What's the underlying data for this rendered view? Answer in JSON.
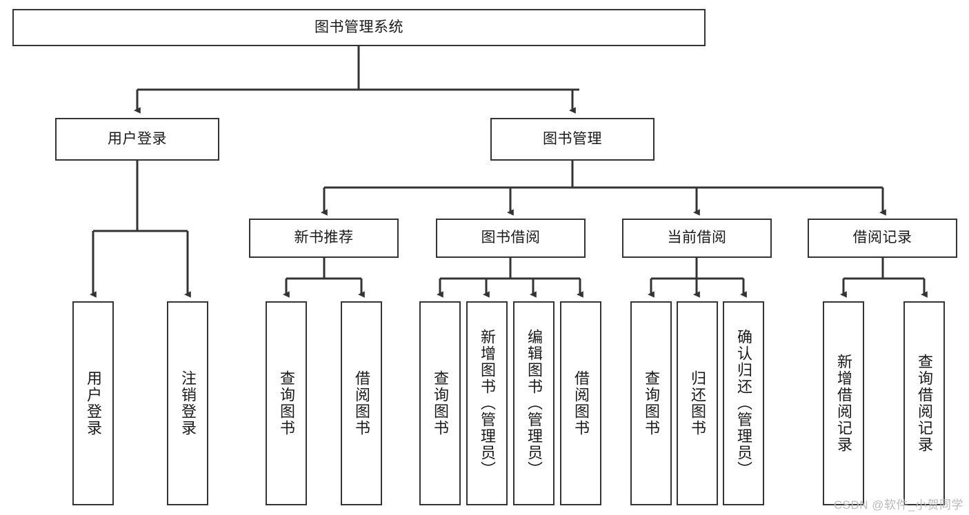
{
  "diagram": {
    "title": "图书管理系统",
    "type": "functional-structure-tree",
    "watermark": "CSDN @软件_小贺同学",
    "colors": {
      "stroke": "#333333",
      "fill": "#ffffff",
      "text": "#1a1a1a",
      "watermark": "#b9b9b9"
    },
    "nodes": {
      "root": {
        "label": "图书管理系统"
      },
      "level2": [
        {
          "id": "user-login",
          "label": "用户登录"
        },
        {
          "id": "book-manage",
          "label": "图书管理"
        }
      ],
      "level3": [
        {
          "id": "new-book-recommend",
          "label": "新书推荐"
        },
        {
          "id": "book-borrow",
          "label": "图书借阅"
        },
        {
          "id": "current-borrow",
          "label": "当前借阅"
        },
        {
          "id": "borrow-record",
          "label": "借阅记录"
        }
      ],
      "leaves": {
        "user_login": [
          {
            "id": "leaf-user-login",
            "label": "用户登录"
          },
          {
            "id": "leaf-logout-login",
            "label": "注销登录"
          }
        ],
        "new_book_recommend": [
          {
            "id": "leaf-query-book-1",
            "label": "查询图书"
          },
          {
            "id": "leaf-borrow-book-1",
            "label": "借阅图书"
          }
        ],
        "book_borrow": [
          {
            "id": "leaf-query-book-2",
            "label": "查询图书"
          },
          {
            "id": "leaf-add-book",
            "label": "新增图书（管理员）"
          },
          {
            "id": "leaf-edit-book",
            "label": "编辑图书（管理员）"
          },
          {
            "id": "leaf-borrow-book-2",
            "label": "借阅图书"
          }
        ],
        "current_borrow": [
          {
            "id": "leaf-query-book-3",
            "label": "查询图书"
          },
          {
            "id": "leaf-return-book",
            "label": "归还图书"
          },
          {
            "id": "leaf-confirm-return",
            "label": "确认归还（管理员）"
          }
        ],
        "borrow_record": [
          {
            "id": "leaf-add-record",
            "label": "新增借阅记录"
          },
          {
            "id": "leaf-query-record",
            "label": "查询借阅记录"
          }
        ]
      }
    }
  }
}
